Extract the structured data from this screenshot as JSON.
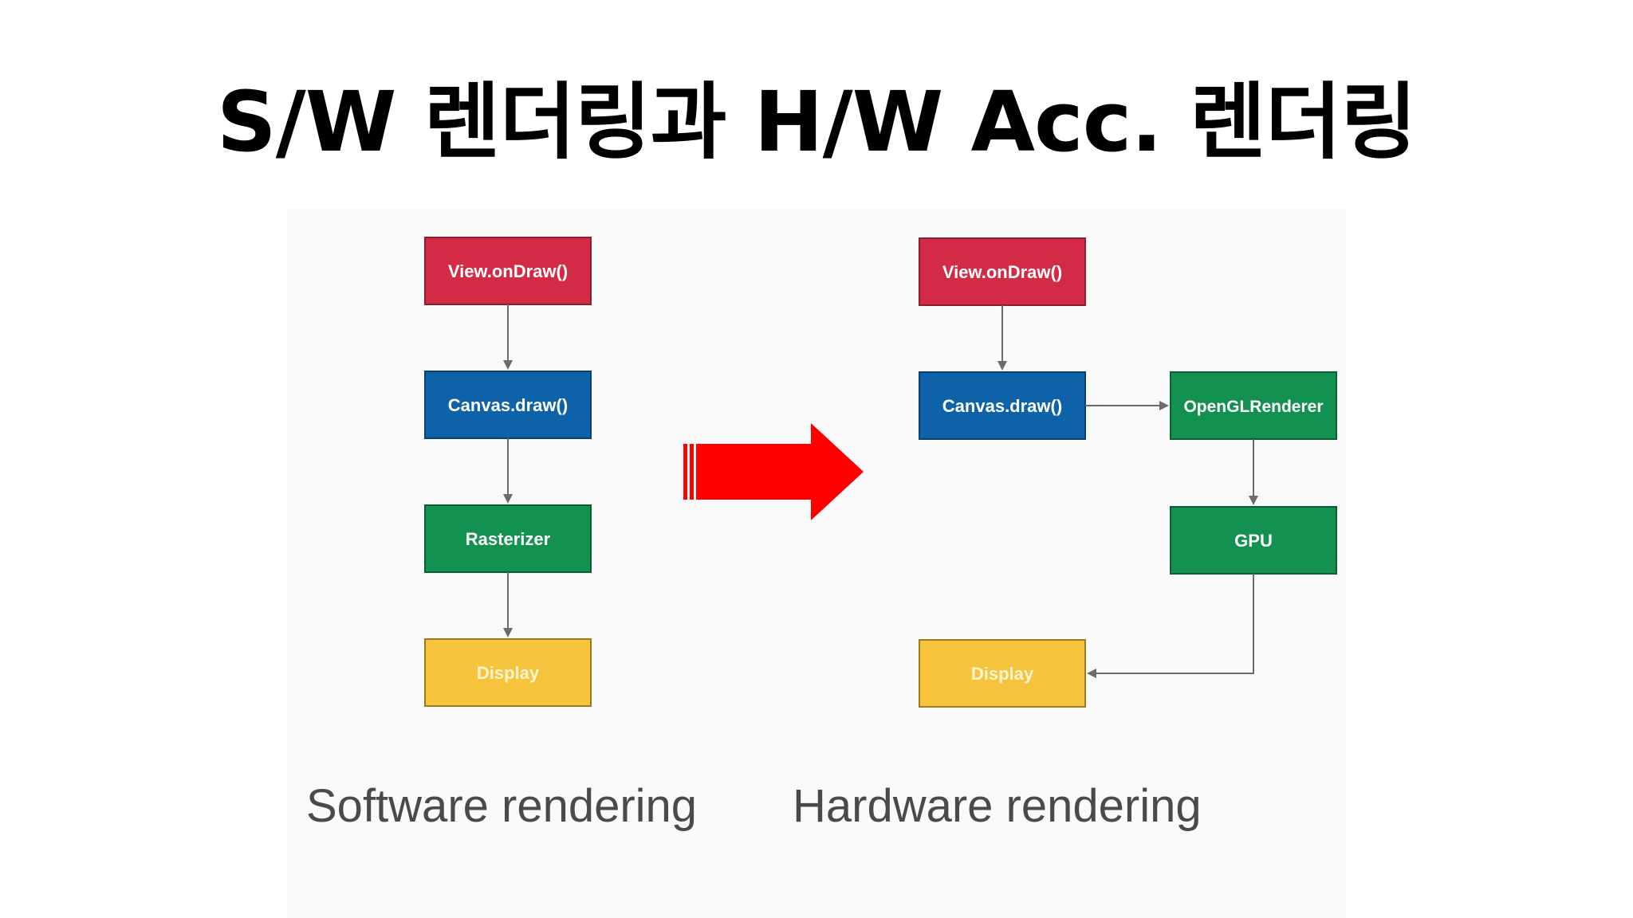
{
  "title": "S/W 렌더링과 H/W Acc. 렌더링",
  "software": {
    "caption": "Software rendering",
    "boxes": [
      {
        "label": "View.onDraw()",
        "color": "#d32a46"
      },
      {
        "label": "Canvas.draw()",
        "color": "#0e63a8"
      },
      {
        "label": "Rasterizer",
        "color": "#139150"
      },
      {
        "label": "Display",
        "color": "#f6c33d"
      }
    ]
  },
  "hardware": {
    "caption": "Hardware rendering",
    "boxes": [
      {
        "label": "View.onDraw()",
        "color": "#d32a46"
      },
      {
        "label": "Canvas.draw()",
        "color": "#0e63a8"
      },
      {
        "label": "OpenGLRenderer",
        "color": "#139150"
      },
      {
        "label": "GPU",
        "color": "#139150"
      },
      {
        "label": "Display",
        "color": "#f6c33d"
      }
    ]
  },
  "transition_arrow": {
    "color": "#ff0000",
    "icon": "right-arrow-icon"
  }
}
